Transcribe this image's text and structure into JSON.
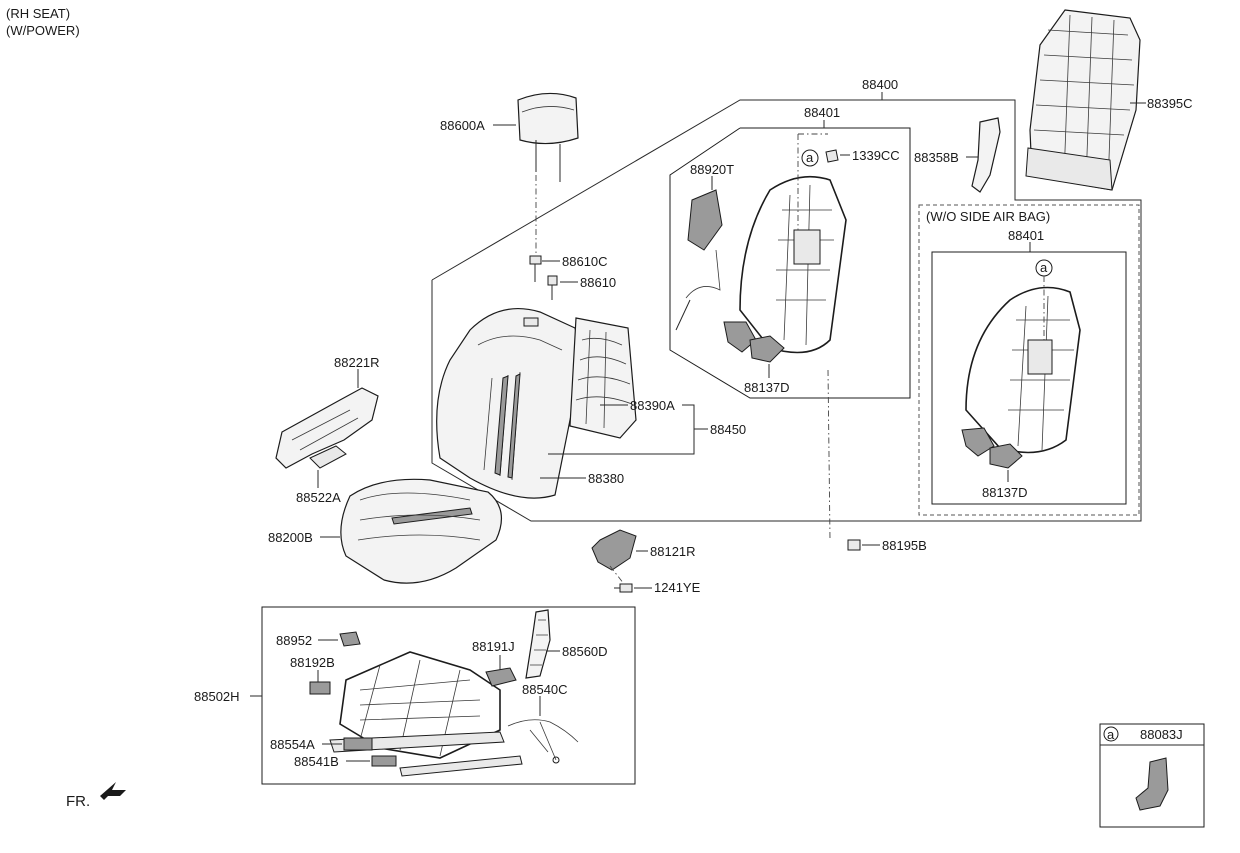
{
  "header": {
    "line1": "(RH SEAT)",
    "line2": "(W/POWER)"
  },
  "labels": {
    "p88400": "88400",
    "p88401_main": "88401",
    "p88395C": "88395C",
    "p88600A": "88600A",
    "p88358B": "88358B",
    "p1339CC": "1339CC",
    "p88920T": "88920T",
    "p88610C": "88610C",
    "p88610": "88610",
    "p88221R": "88221R",
    "p88390A": "88390A",
    "p88450": "88450",
    "p88137D_main": "88137D",
    "p88522A": "88522A",
    "p88380": "88380",
    "p88200B": "88200B",
    "p88121R": "88121R",
    "p88195B": "88195B",
    "p1241YE": "1241YE",
    "p88952": "88952",
    "p88191J": "88191J",
    "p88560D": "88560D",
    "p88192B": "88192B",
    "p88540C": "88540C",
    "p88502H": "88502H",
    "p88554A": "88554A",
    "p88541B": "88541B",
    "wo_side_airbag": "(W/O SIDE AIR BAG)",
    "p88401_alt": "88401",
    "p88137D_alt": "88137D",
    "legend_part": "88083J",
    "fr": "FR."
  },
  "markers": {
    "ref": "a"
  }
}
